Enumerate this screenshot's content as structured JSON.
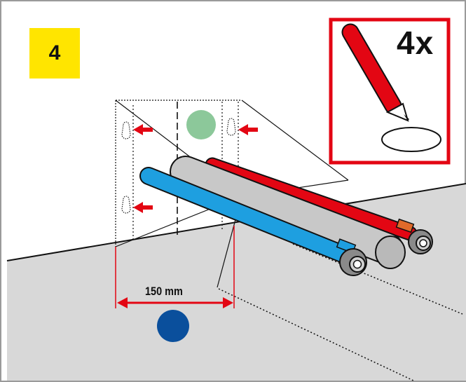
{
  "step": {
    "number": "4"
  },
  "marking_inset": {
    "count_label": "4x",
    "icon": "marker-pen-icon"
  },
  "dimension": {
    "label": "150 mm"
  },
  "colors": {
    "badge": "#ffe500",
    "inset_frame": "#e30613",
    "pipe_red": "#e30613",
    "pipe_blue": "#1e9fe0",
    "pipe_grey": "#c8c8c8",
    "arrow_red": "#e30613",
    "dot_green": "#8cc89a",
    "dot_blue": "#0a4f9c",
    "floor": "#d8d8d8",
    "wall": "#ffffff"
  }
}
